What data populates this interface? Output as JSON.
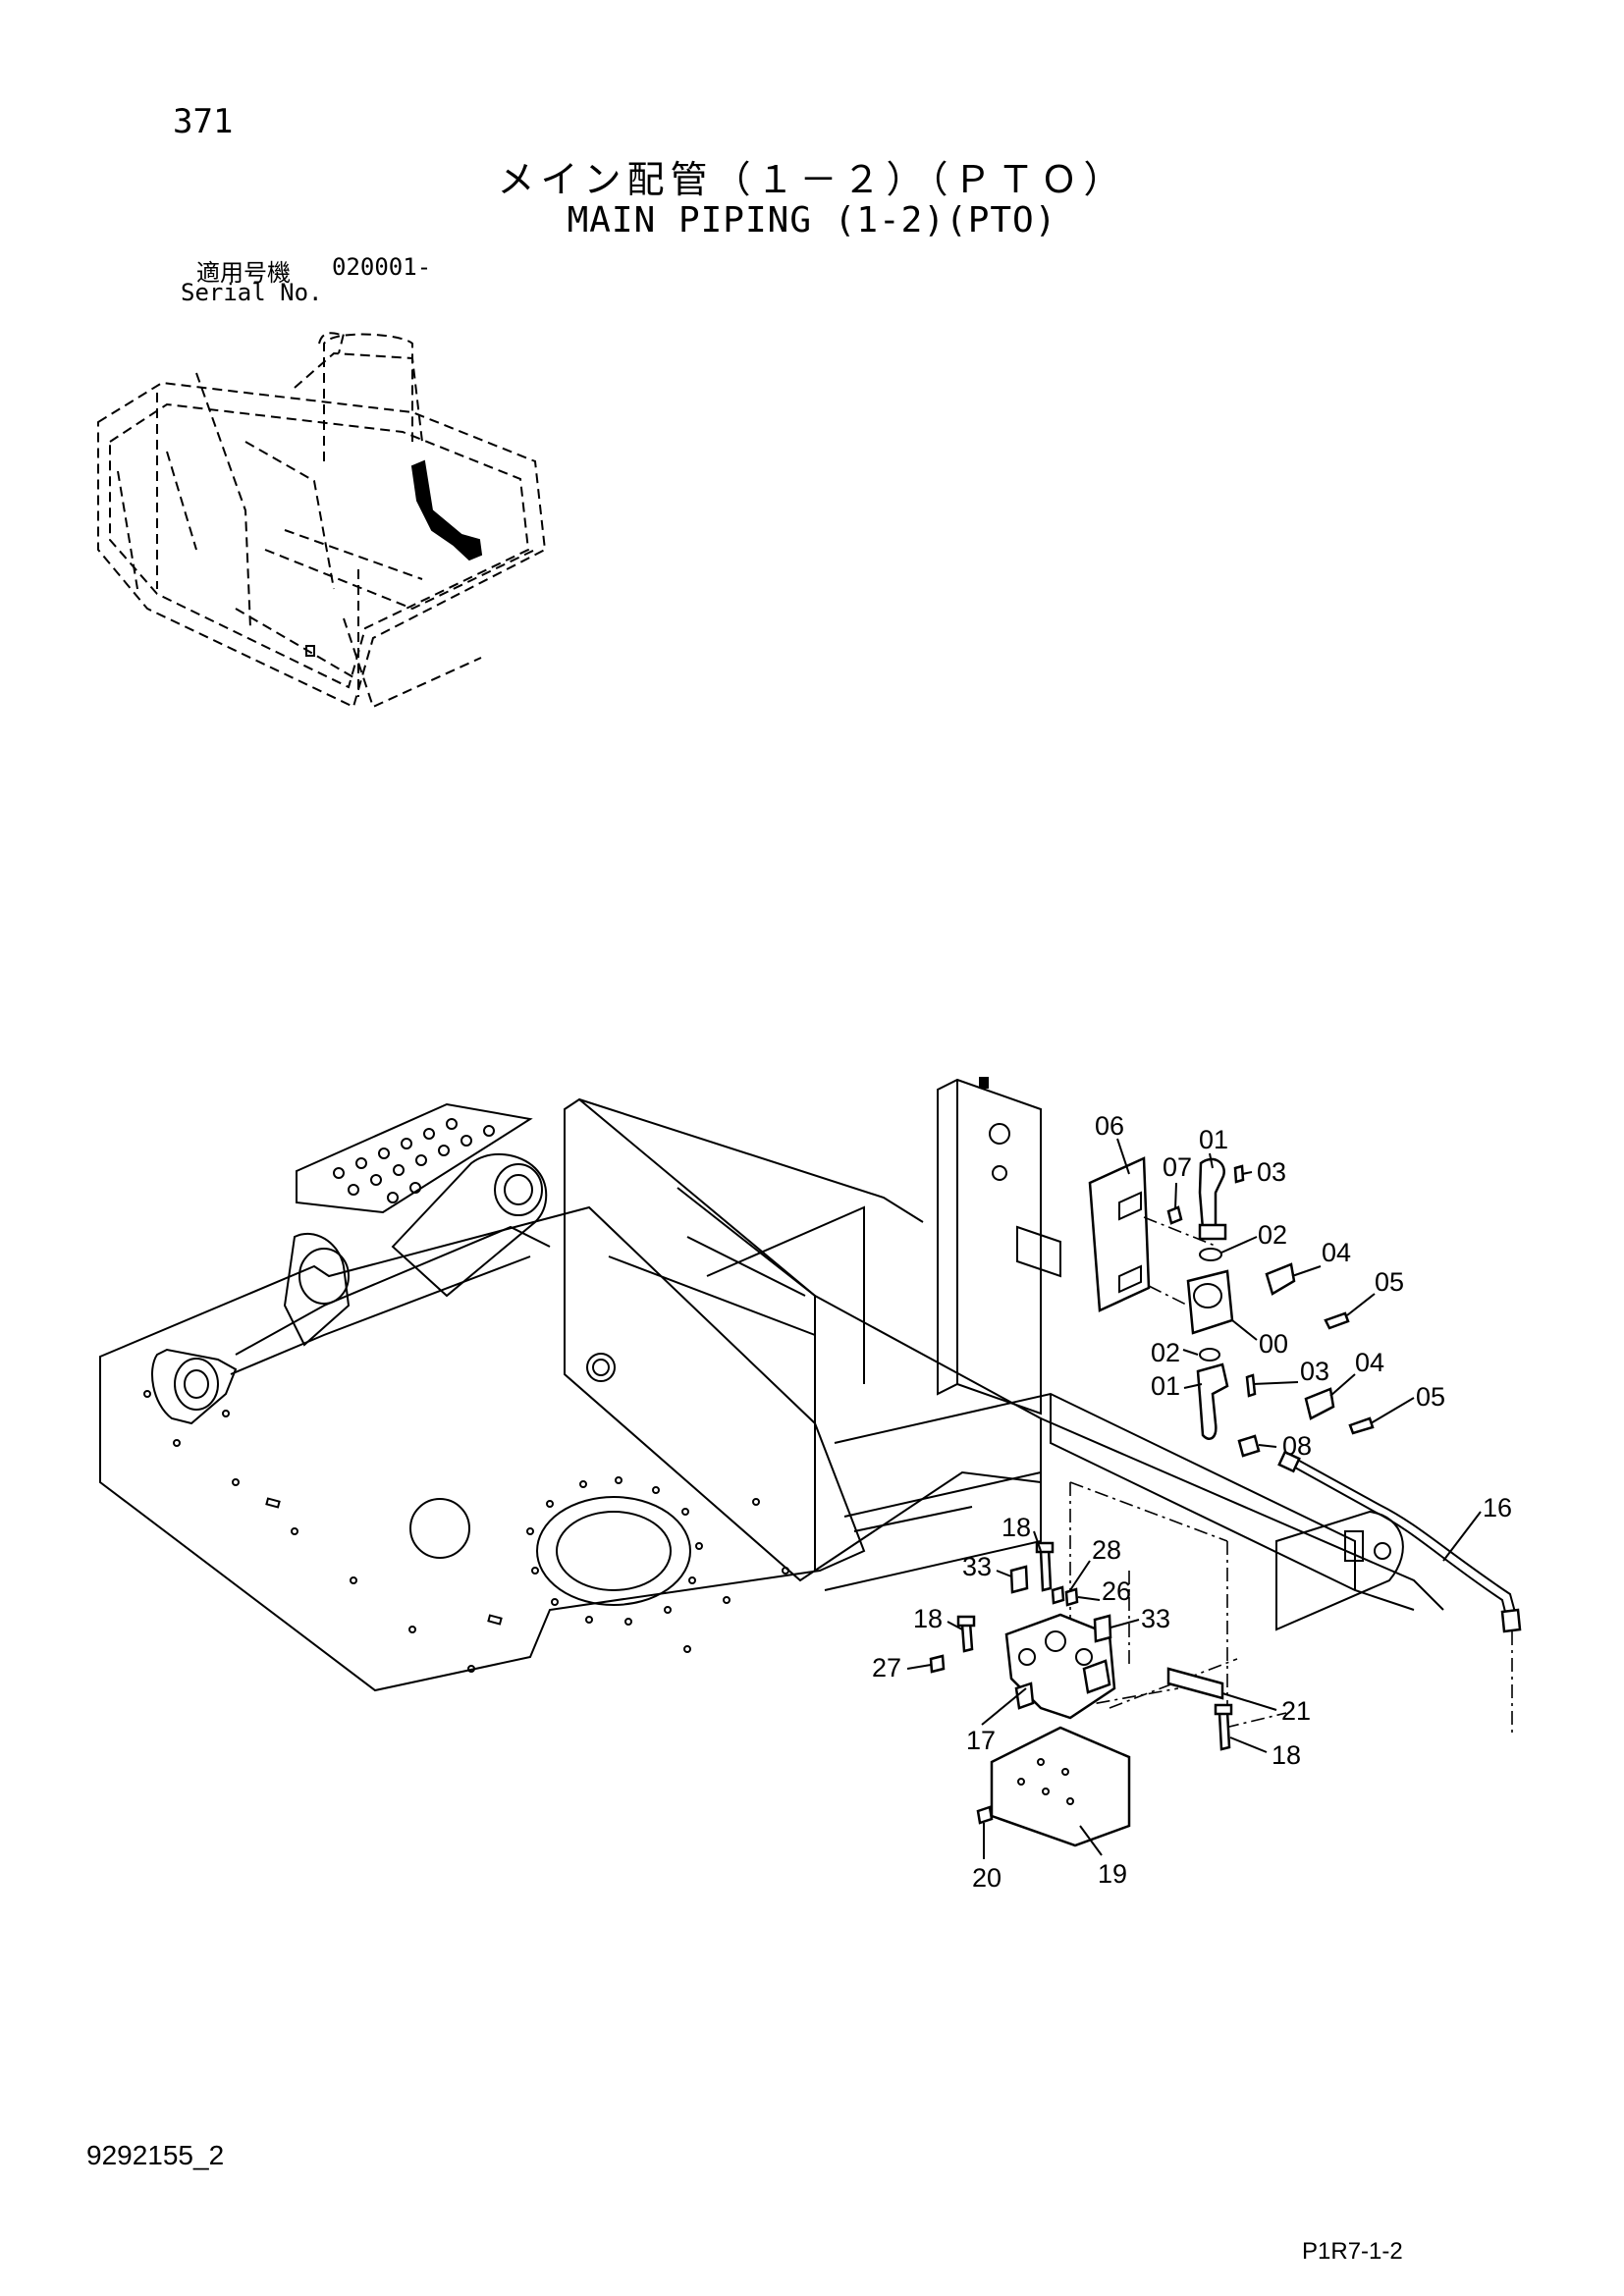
{
  "header": {
    "page_number": "371",
    "title_jp": "メイン配管（１－２）（ＰＴＯ）",
    "title_en": "MAIN PIPING (1-2)(PTO)",
    "serial_label_jp": "適用号機",
    "serial_value": "020001-",
    "serial_label_en": "Serial No."
  },
  "footer": {
    "doc_number": "9292155_2",
    "page_code": "P1R7-1-2"
  },
  "callouts": [
    {
      "id": "c06",
      "text": "06"
    },
    {
      "id": "c01a",
      "text": "01"
    },
    {
      "id": "c07",
      "text": "07"
    },
    {
      "id": "c03a",
      "text": "03"
    },
    {
      "id": "c02a",
      "text": "02"
    },
    {
      "id": "c04a",
      "text": "04"
    },
    {
      "id": "c05a",
      "text": "05"
    },
    {
      "id": "c00",
      "text": "00"
    },
    {
      "id": "c02b",
      "text": "02"
    },
    {
      "id": "c03b",
      "text": "03"
    },
    {
      "id": "c04b",
      "text": "04"
    },
    {
      "id": "c01b",
      "text": "01"
    },
    {
      "id": "c05b",
      "text": "05"
    },
    {
      "id": "c08",
      "text": "08"
    },
    {
      "id": "c16",
      "text": "16"
    },
    {
      "id": "c18a",
      "text": "18"
    },
    {
      "id": "c28",
      "text": "28"
    },
    {
      "id": "c33a",
      "text": "33"
    },
    {
      "id": "c26",
      "text": "26"
    },
    {
      "id": "c18b",
      "text": "18"
    },
    {
      "id": "c33b",
      "text": "33"
    },
    {
      "id": "c27",
      "text": "27"
    },
    {
      "id": "c21",
      "text": "21"
    },
    {
      "id": "c17",
      "text": "17"
    },
    {
      "id": "c18c",
      "text": "18"
    },
    {
      "id": "c20",
      "text": "20"
    },
    {
      "id": "c19",
      "text": "19"
    }
  ]
}
